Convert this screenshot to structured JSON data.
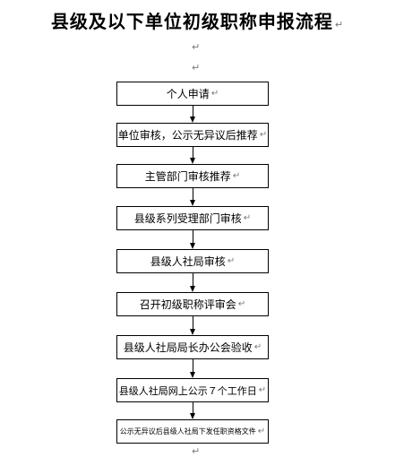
{
  "title": "县级及以下单位初级职称申报流程",
  "paragraph_mark": "↵",
  "steps": [
    {
      "label": "个人申请"
    },
    {
      "label": "单位审核，公示无异议后推荐"
    },
    {
      "label": "主管部门审核推荐"
    },
    {
      "label": "县级系列受理部门审核"
    },
    {
      "label": "县级人社局审核"
    },
    {
      "label": "召开初级职称评审会"
    },
    {
      "label": "县级人社局局长办公会验收"
    },
    {
      "label": "县级人社局网上公示７个工作日"
    },
    {
      "label": "公示无异议后县级人社局下发任职资格文件"
    }
  ]
}
